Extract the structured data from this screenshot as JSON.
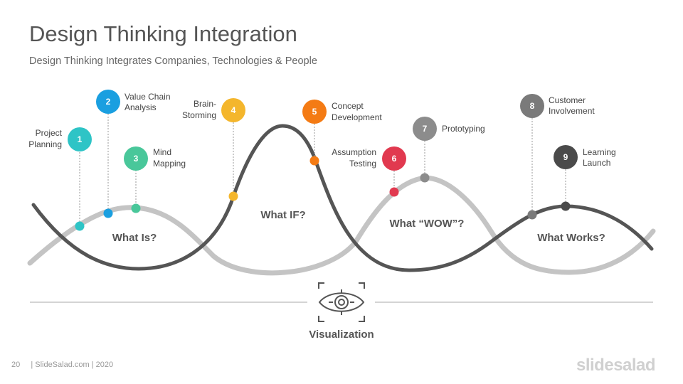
{
  "slide": {
    "title": "Design Thinking Integration",
    "subtitle": "Design Thinking Integrates Companies, Technologies & People"
  },
  "steps": [
    {
      "num": "1",
      "line1": "Project",
      "line2": "Planning",
      "color": "#2ec4c6"
    },
    {
      "num": "2",
      "line1": "Value Chain",
      "line2": "Analysis",
      "color": "#1a9fe0"
    },
    {
      "num": "3",
      "line1": "Mind",
      "line2": "Mapping",
      "color": "#49c79a"
    },
    {
      "num": "4",
      "line1": "Brain-",
      "line2": "Storming",
      "color": "#f4b62c"
    },
    {
      "num": "5",
      "line1": "Concept",
      "line2": "Development",
      "color": "#f47b14"
    },
    {
      "num": "6",
      "line1": "Assumption",
      "line2": "Testing",
      "color": "#e1394f"
    },
    {
      "num": "7",
      "line1": "Prototyping",
      "line2": "",
      "color": "#8c8c8c"
    },
    {
      "num": "8",
      "line1": "Customer",
      "line2": "Involvement",
      "color": "#7a7a7a"
    },
    {
      "num": "9",
      "line1": "Learning",
      "line2": "Launch",
      "color": "#4a4a4a"
    }
  ],
  "phases": [
    "What Is?",
    "What IF?",
    "What “WOW”?",
    "What Works?"
  ],
  "visualization": {
    "label": "Visualization",
    "icon": "eye-focus-icon"
  },
  "footer": {
    "page": "20",
    "source": "| SlideSalad.com | 2020"
  },
  "brand": "slidesalad",
  "colors": {
    "dark_wave": "#555555",
    "light_wave": "#c4c4c4"
  }
}
